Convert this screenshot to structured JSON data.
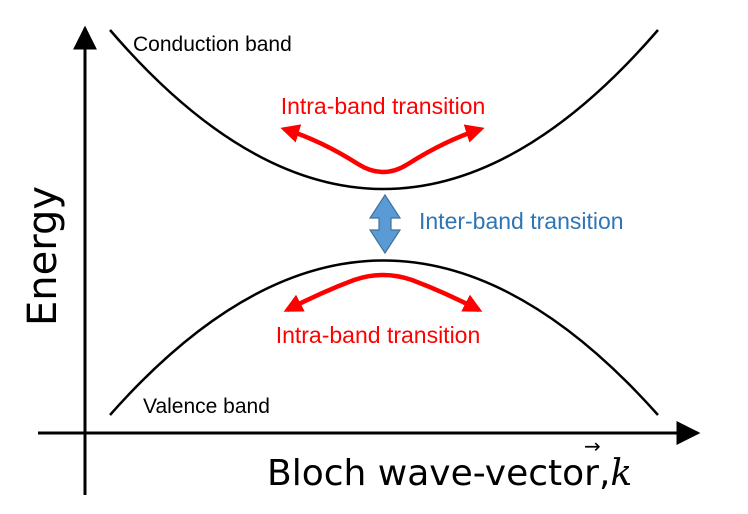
{
  "diagram": {
    "axes": {
      "y_label": "Energy",
      "x_label_text": "Bloch wave-vector,",
      "x_label_symbol": "k",
      "x_label_symbol_accent": "→"
    },
    "bands": {
      "conduction_label": "Conduction band",
      "valence_label": "Valence band"
    },
    "transitions": {
      "intra_upper_label": "Intra-band transition",
      "inter_label": "Inter-band transition",
      "intra_lower_label": "Intra-band transition"
    },
    "colors": {
      "axis": "#000000",
      "band_curve": "#000000",
      "intra_arrow": "#ff0000",
      "intra_text": "#ff0000",
      "inter_arrow_fill": "#5b9bd5",
      "inter_arrow_stroke": "#41719c",
      "inter_text": "#2e75b6",
      "band_text": "#000000"
    }
  }
}
